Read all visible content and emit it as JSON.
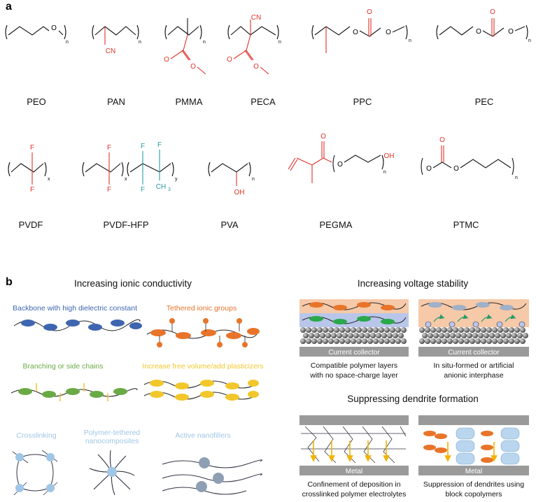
{
  "panel_a": {
    "letter": "a",
    "row1": [
      "PEO",
      "PAN",
      "PMMA",
      "PECA",
      "PPC",
      "PEC"
    ],
    "row2": [
      "PVDF",
      "PVDF-HFP",
      "PVA",
      "PEGMA",
      "PTMC"
    ],
    "atoms": {
      "O": "O",
      "CN": "CN",
      "F": "F",
      "OH": "OH",
      "CH": "CH",
      "three": "3",
      "n": "n",
      "x": "x",
      "y": "y"
    }
  },
  "panel_b": {
    "letter": "b",
    "left_title": "Increasing ionic conductivity",
    "features": {
      "dielectric": "Backbone with high dielectric constant",
      "tethered": "Tethered ionic groups",
      "branching": "Branching or side chains",
      "free_volume": "Increase free volume/add plasticizers",
      "crosslinking": "Crosslinking",
      "nanocomp_1": "Polymer-tethered",
      "nanocomp_2": "nanocomposites",
      "nanofillers": "Active nanofillers"
    },
    "right_title": "Increasing voltage stability",
    "collector_label": "Current collector",
    "voltage_captions": [
      [
        "Compatible polymer layers",
        "with no space-charge layer"
      ],
      [
        "In situ-formed or artificial",
        "anionic interphase"
      ]
    ],
    "dendrite_title": "Suppressing dendrite formation",
    "metal_label": "Metal",
    "dendrite_captions": [
      [
        "Confinement of deposition in",
        "crosslinked polymer electrolytes"
      ],
      [
        "Suppression of dendrites using",
        "block copolymers"
      ]
    ],
    "colors": {
      "blue": "#3e66b0",
      "orange": "#e8742a",
      "green": "#6aaa45",
      "yellow": "#f2c72b",
      "lightblue": "#9fc6e6",
      "peach": "#f6c9a8",
      "lavender": "#b9c6ea",
      "gray": "#9a9a9a",
      "red": "#e0322b",
      "teal": "#2a9aa0"
    }
  }
}
